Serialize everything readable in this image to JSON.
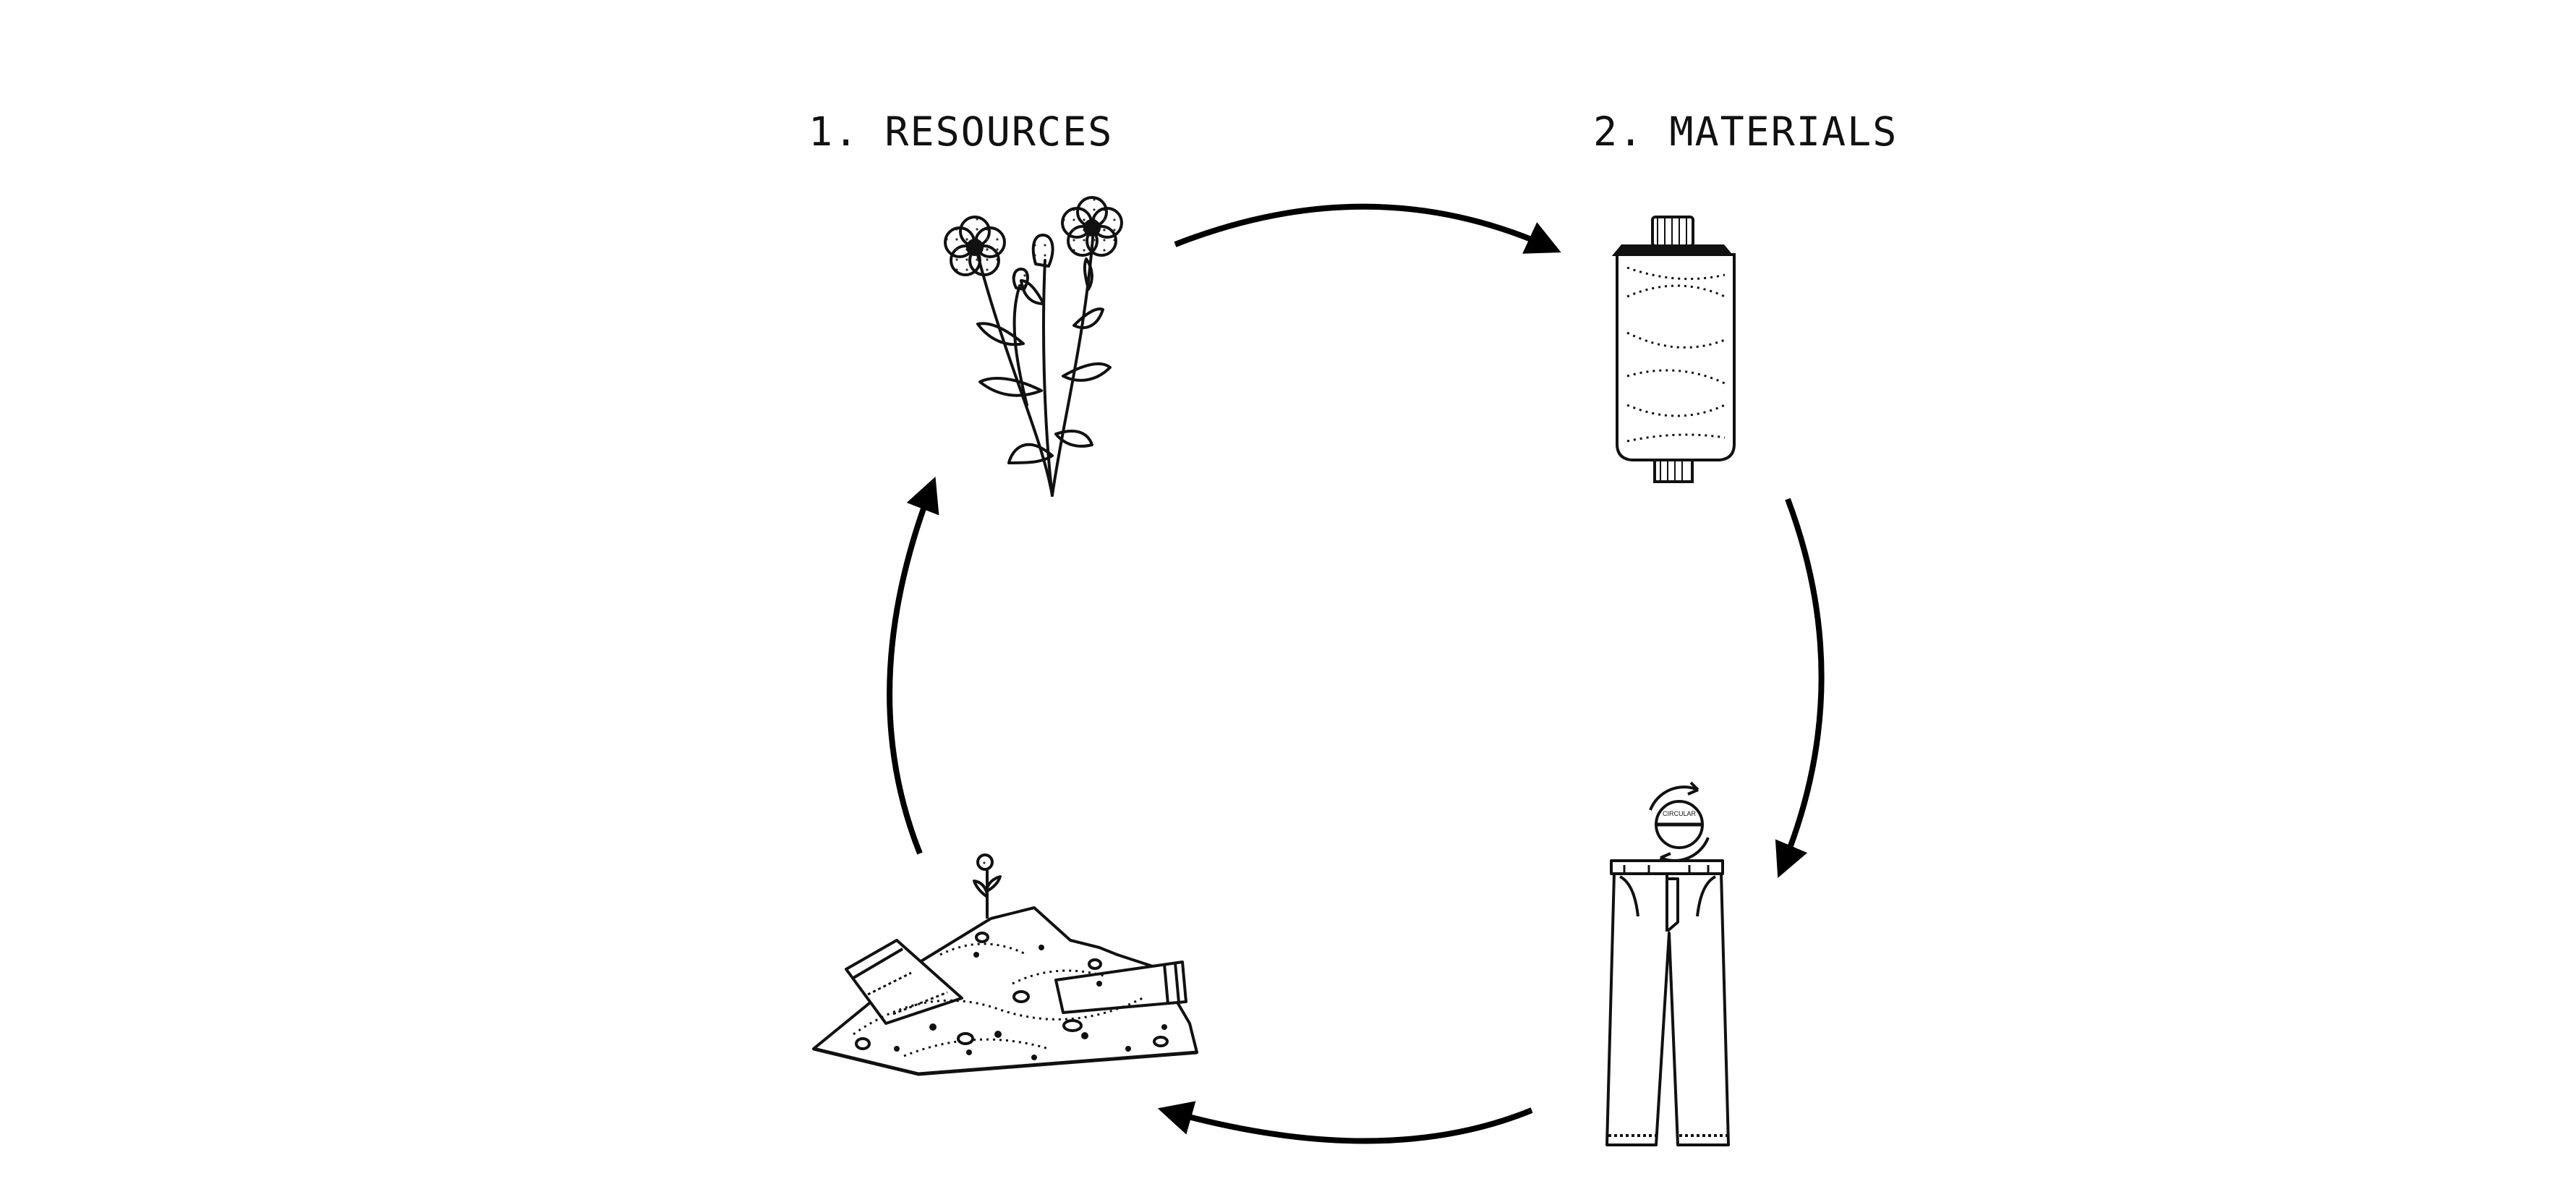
{
  "diagram": {
    "type": "cycle",
    "direction": "clockwise",
    "stages": [
      {
        "step_label": "1. RESOURCES",
        "illustration": "flax-flower-icon"
      },
      {
        "step_label": "2. MATERIALS",
        "illustration": "thread-spool-icon"
      },
      {
        "step_label": "",
        "illustration": "trousers-with-recycle-badge-icon"
      },
      {
        "step_label": "",
        "illustration": "compost-pile-with-sprout-icon"
      }
    ],
    "badge_text": "CIRCULAR",
    "arrow_color": "#000000",
    "line_color": "#111111"
  }
}
